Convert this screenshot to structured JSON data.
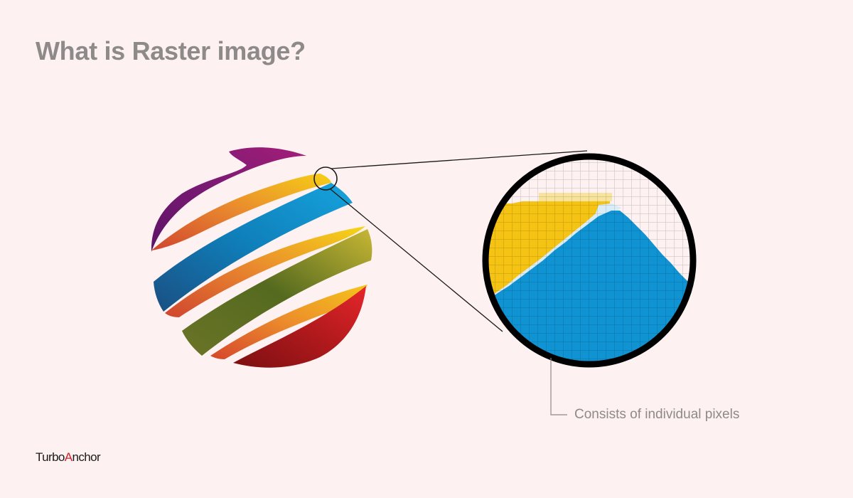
{
  "title": "What is Raster image?",
  "caption": "Consists of individual pixels",
  "brand": {
    "prefix": "Turbo",
    "accent": "A",
    "suffix": "nchor"
  },
  "colors": {
    "background": "#fdf1f1",
    "title": "#8d8a89",
    "caption": "#8d8a89",
    "brand_accent": "#d3202a",
    "pixel_yellow": "#f5c313",
    "pixel_blue": "#0f93d2",
    "lens_border": "#000000"
  },
  "icons": {
    "globe_logo": "striped-globe-logo",
    "magnifier": "zoom-lens"
  }
}
